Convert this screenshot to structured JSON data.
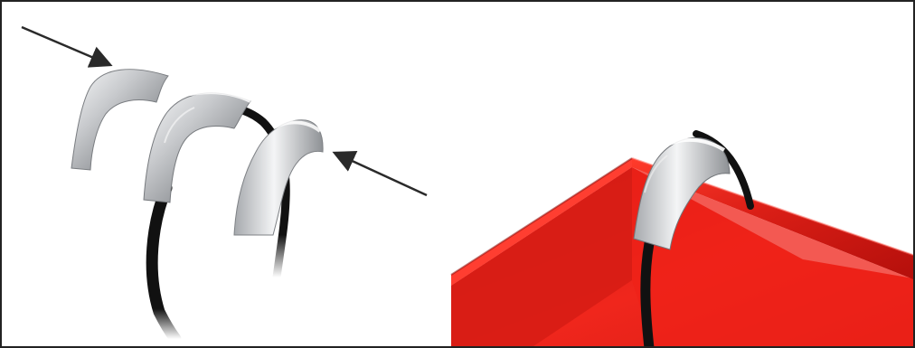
{
  "figure": {
    "colors": {
      "background": "#ffffff",
      "frame": "#222222",
      "clip_silver": "#c7c9cc",
      "cable_black": "#111111",
      "box_red": "#e32519",
      "arrow": "#2a2a2a"
    },
    "elements": [
      "arrow-icon",
      "edge-protector-clip",
      "black-cable",
      "red-box-edge"
    ]
  }
}
